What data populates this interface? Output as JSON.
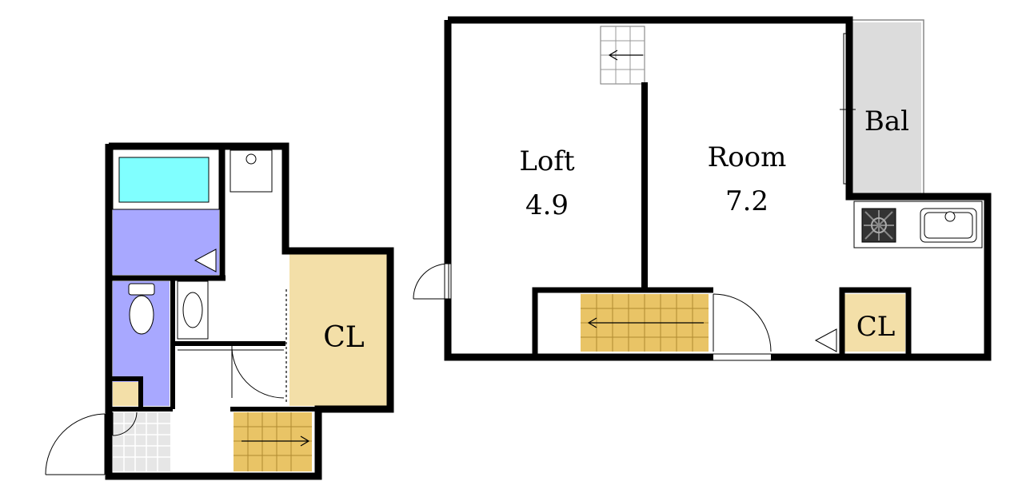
{
  "labels": {
    "loft": "Loft",
    "loft_size": "4.9",
    "room": "Room",
    "room_size": "7.2",
    "balcony": "Bal",
    "closet_lower": "CL",
    "closet_upper": "CL"
  },
  "colors": {
    "wall": "#000000",
    "bath_tub": "#80ffff",
    "wet_area": "#a8a8ff",
    "closet": "#f3dfa8",
    "stairs": "#e9c466",
    "balcony": "#dcdcdc",
    "tile": "#e6e6e6"
  }
}
